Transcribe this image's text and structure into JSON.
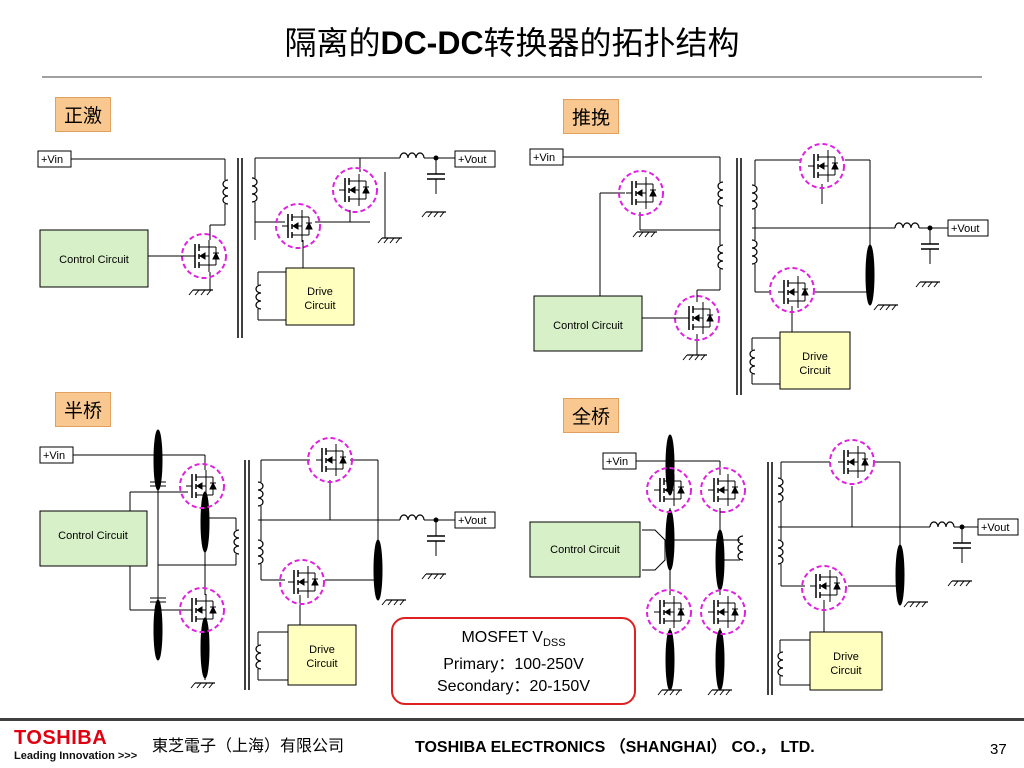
{
  "title": {
    "cn_prefix": "隔离的",
    "latin": "DC-DC",
    "cn_suffix": "转换器的拓扑结构"
  },
  "sections": {
    "forward": "正激",
    "push_pull": "推挽",
    "half_bridge": "半桥",
    "full_bridge": "全桥"
  },
  "labels": {
    "vin": "+Vin",
    "vout": "+Vout",
    "control": "Control Circuit",
    "drive_line1": "Drive",
    "drive_line2": "Circuit"
  },
  "spec": {
    "line1_main": "MOSFET V",
    "line1_sub": "DSS",
    "line2": "Primary：100-250V",
    "line3": "Secondary：20-150V"
  },
  "footer": {
    "brand": "TOSHIBA",
    "tagline": "Leading Innovation >>>",
    "company_cn": "東芝電子（上海）有限公司",
    "company_en": "TOSHIBA ELECTRONICS （SHANGHAI） CO.， LTD.",
    "page": "37"
  },
  "colors": {
    "tag_fill": "#f8c890",
    "control_fill": "#d8f0c8",
    "drive_fill": "#ffffc0",
    "highlight": "#e020e0",
    "spec_border": "#e02020"
  }
}
